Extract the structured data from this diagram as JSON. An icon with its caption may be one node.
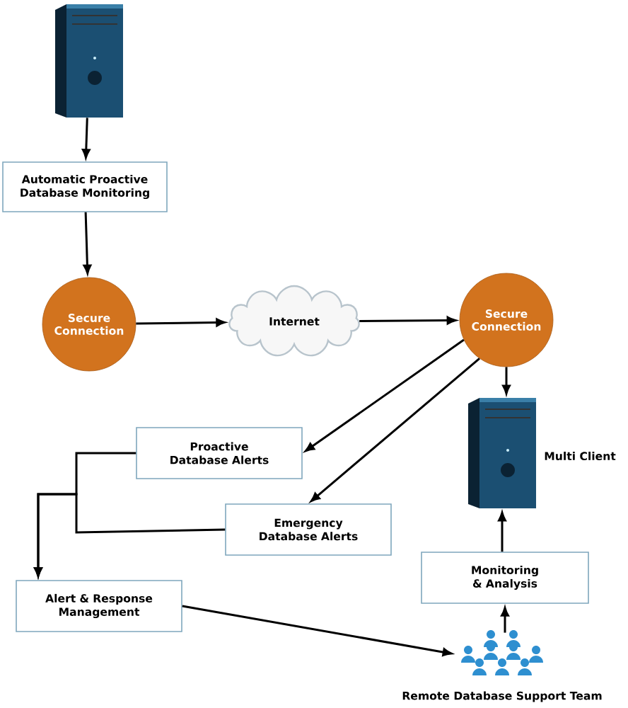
{
  "diagram": {
    "nodes": [
      {
        "text": [],
        "shape": "server"
      },
      {
        "text": [
          "Automatic Proactive Database Monitoring"
        ]
      },
      {
        "text": [
          "Secure Connection"
        ]
      },
      {
        "text": [
          "Internet"
        ]
      },
      {
        "text": [
          "Secure Connection"
        ]
      },
      {
        "text": [
          "Proactive Database Alerts"
        ]
      },
      {
        "text": [
          "Emergency Database Alerts"
        ]
      },
      {
        "text": [],
        "shape": "server",
        "beside": [
          "Multi Client"
        ]
      },
      {
        "text": [
          "Monitoring & Analysis"
        ]
      },
      {
        "text": [
          "Alert & Response Management"
        ]
      },
      {
        "text": [],
        "shape": "person",
        "beside": [
          "Remote Database Support Team"
        ]
      }
    ],
    "edges": [
      {
        "from": 0,
        "to": 1,
        "arrow": "to"
      },
      {
        "from": 1,
        "to": 2,
        "arrow": "to"
      },
      {
        "from": 2,
        "to": 3,
        "arrow": "to"
      },
      {
        "from": 3,
        "to": 4,
        "arrow": "to"
      },
      {
        "from": 4,
        "to": 5,
        "arrow": "to"
      },
      {
        "from": 4,
        "to": 6,
        "arrow": "to"
      },
      {
        "from": 4,
        "to": 7,
        "arrow": "to"
      },
      {
        "from": 5,
        "to": 9,
        "arrow": "to"
      },
      {
        "from": 6,
        "to": 9,
        "arrow": "to"
      },
      {
        "from": 9,
        "to": 10,
        "arrow": "to"
      },
      {
        "from": 10,
        "to": 8,
        "arrow": "to"
      },
      {
        "from": 8,
        "to": 7,
        "arrow": "to"
      }
    ]
  }
}
